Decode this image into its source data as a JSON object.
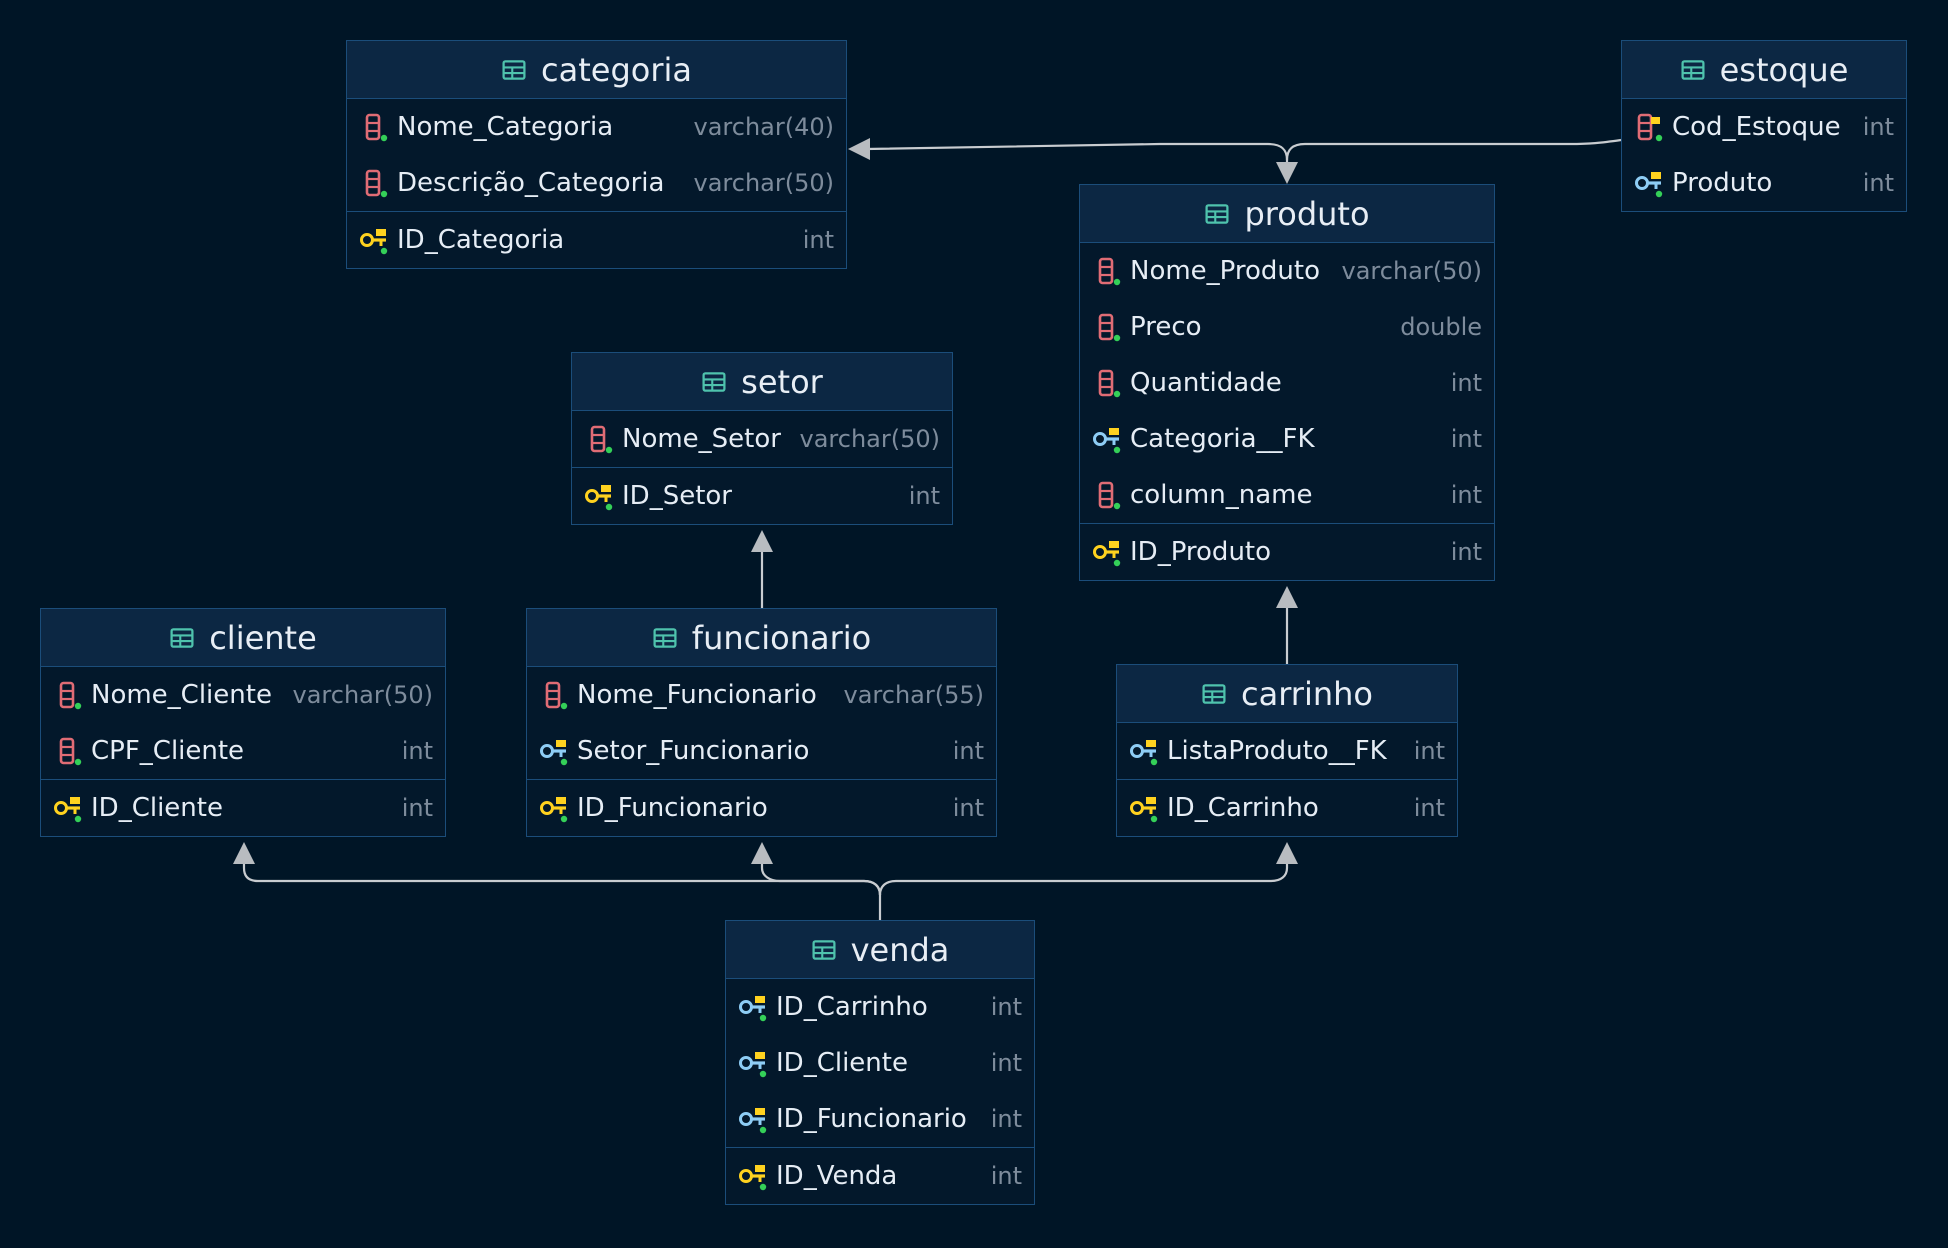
{
  "colors": {
    "background": "#001526",
    "table_header": "#0c2743",
    "table_border": "#1b4d7a",
    "edge": "#c8ccd0",
    "column_icon": "#e06c75",
    "primary_key_icon": "#ffd21f",
    "foreign_key_icon": "#8ecdf5",
    "table_icon": "#4fc3ad"
  },
  "tables": [
    {
      "id": "categoria",
      "name": "categoria",
      "icon": "table-icon",
      "columns": [
        {
          "name": "Nome_Categoria",
          "type": "varchar(40)",
          "icon": "column-icon"
        },
        {
          "name": "Descrição_Categoria",
          "type": "varchar(50)",
          "icon": "column-icon"
        },
        {
          "name": "ID_Categoria",
          "type": "int",
          "icon": "primary-key-icon",
          "pk": true
        }
      ]
    },
    {
      "id": "estoque",
      "name": "estoque",
      "icon": "table-icon",
      "columns": [
        {
          "name": "Cod_Estoque",
          "type": "int",
          "icon": "column-key-icon"
        },
        {
          "name": "Produto",
          "type": "int",
          "icon": "foreign-primary-key-icon"
        }
      ]
    },
    {
      "id": "produto",
      "name": "produto",
      "icon": "table-icon",
      "columns": [
        {
          "name": "Nome_Produto",
          "type": "varchar(50)",
          "icon": "column-icon"
        },
        {
          "name": "Preco",
          "type": "double",
          "icon": "column-icon"
        },
        {
          "name": "Quantidade",
          "type": "int",
          "icon": "column-icon"
        },
        {
          "name": "Categoria__FK",
          "type": "int",
          "icon": "foreign-key-icon"
        },
        {
          "name": "column_name",
          "type": "int",
          "icon": "column-icon"
        },
        {
          "name": "ID_Produto",
          "type": "int",
          "icon": "primary-key-icon",
          "pk": true
        }
      ]
    },
    {
      "id": "setor",
      "name": "setor",
      "icon": "table-icon",
      "columns": [
        {
          "name": "Nome_Setor",
          "type": "varchar(50)",
          "icon": "column-icon"
        },
        {
          "name": "ID_Setor",
          "type": "int",
          "icon": "primary-key-icon",
          "pk": true
        }
      ]
    },
    {
      "id": "cliente",
      "name": "cliente",
      "icon": "table-icon",
      "columns": [
        {
          "name": "Nome_Cliente",
          "type": "varchar(50)",
          "icon": "column-icon"
        },
        {
          "name": "CPF_Cliente",
          "type": "int",
          "icon": "column-icon"
        },
        {
          "name": "ID_Cliente",
          "type": "int",
          "icon": "primary-key-icon",
          "pk": true
        }
      ]
    },
    {
      "id": "funcionario",
      "name": "funcionario",
      "icon": "table-icon",
      "columns": [
        {
          "name": "Nome_Funcionario",
          "type": "varchar(55)",
          "icon": "column-icon"
        },
        {
          "name": "Setor_Funcionario",
          "type": "int",
          "icon": "foreign-key-icon"
        },
        {
          "name": "ID_Funcionario",
          "type": "int",
          "icon": "primary-key-icon",
          "pk": true
        }
      ]
    },
    {
      "id": "carrinho",
      "name": "carrinho",
      "icon": "table-icon",
      "columns": [
        {
          "name": "ListaProduto__FK",
          "type": "int",
          "icon": "foreign-key-icon"
        },
        {
          "name": "ID_Carrinho",
          "type": "int",
          "icon": "primary-key-icon",
          "pk": true
        }
      ]
    },
    {
      "id": "venda",
      "name": "venda",
      "icon": "table-icon",
      "columns": [
        {
          "name": "ID_Carrinho",
          "type": "int",
          "icon": "foreign-key-icon"
        },
        {
          "name": "ID_Cliente",
          "type": "int",
          "icon": "foreign-key-icon"
        },
        {
          "name": "ID_Funcionario",
          "type": "int",
          "icon": "foreign-key-icon"
        },
        {
          "name": "ID_Venda",
          "type": "int",
          "icon": "primary-key-icon",
          "pk": true
        }
      ]
    }
  ],
  "relationships": [
    {
      "from": "estoque",
      "to": "produto"
    },
    {
      "from": "estoque",
      "to": "categoria"
    },
    {
      "from": "funcionario",
      "to": "setor"
    },
    {
      "from": "carrinho",
      "to": "produto"
    },
    {
      "from": "venda",
      "to": "cliente"
    },
    {
      "from": "venda",
      "to": "funcionario"
    },
    {
      "from": "venda",
      "to": "carrinho"
    }
  ]
}
